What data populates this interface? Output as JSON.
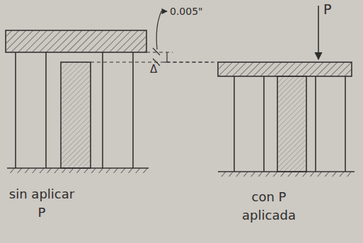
{
  "diagram": {
    "labels": [
      "0.005\"",
      "P",
      "Δ",
      "sin aplicar P",
      "con P aplicada"
    ]
  }
}
